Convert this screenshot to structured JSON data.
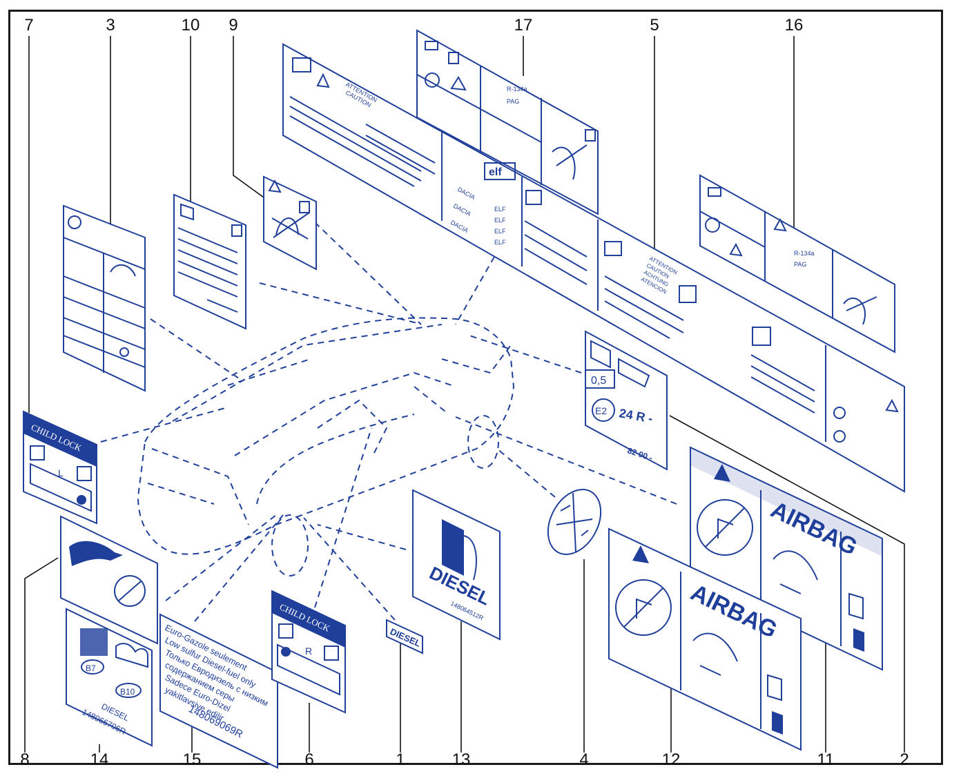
{
  "callouts": [
    "7",
    "3",
    "10",
    "9",
    "17",
    "5",
    "16",
    "8",
    "14",
    "15",
    "6",
    "1",
    "13",
    "4",
    "12",
    "11",
    "2"
  ],
  "labels": {
    "child_lock_title": "CHILD LOCK",
    "child_lock_left_letter": "L",
    "child_lock_right_letter": "R",
    "airbag": "AIRBAG",
    "diesel": "DIESEL",
    "diesel_part": "148064512R",
    "diesel_small": "DIESEL",
    "fuel_code_b7": "B7",
    "fuel_code_b10": "B10",
    "fuel_label_name": "DIESEL",
    "fuel_label_part": "148066706R",
    "fuel_lines": [
      "Euro-Gazole seulement",
      "Low sulfur Diesel-fuel only",
      "Только Евродизель с низким",
      "содержанием серы",
      "Sadece Euro-Dizel",
      "yakitlavsiye edilir"
    ],
    "fuel_part": "148069069R",
    "emission_value": "0,5",
    "emission_code": "E2",
    "emission_reg": "24 R -",
    "emission_part": "82 00 -",
    "caution_words": [
      "ATTENTION",
      "CAUTION"
    ],
    "caution_words_4": [
      "ATTENTION",
      "CAUTION",
      "ACHTUNG",
      "ATENCION"
    ],
    "fluid_brand": [
      "DACIA",
      "DACIA",
      "DACIA"
    ],
    "fluid_oil": [
      "ELF",
      "ELF",
      "ELF",
      "ELF"
    ],
    "elf_logo": "elf",
    "ac_codes": [
      "R-134a",
      "PAG"
    ]
  }
}
